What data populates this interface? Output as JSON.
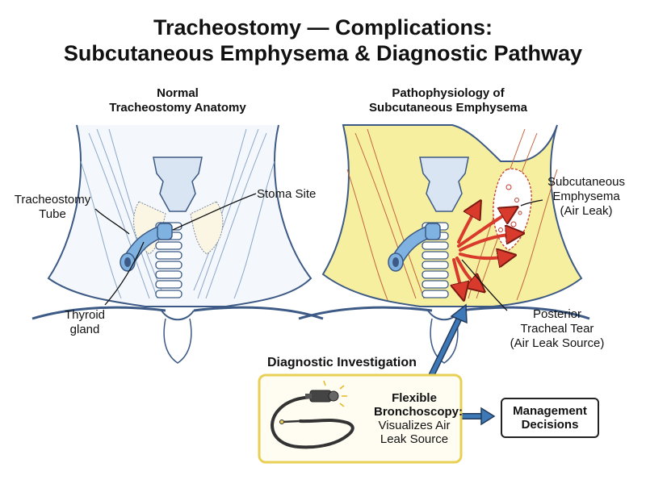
{
  "title": {
    "line1": "Tracheostomy — Complications:",
    "line2": "Subcutaneous Emphysema & Diagnostic Pathway"
  },
  "left_panel": {
    "title_line1": "Normal",
    "title_line2": "Tracheostomy Anatomy",
    "tube_label_line1": "Tracheostomy",
    "tube_label_line2": "Tube",
    "stoma_label": "Stoma Site",
    "thyroid_label_line1": "Thyroid",
    "thyroid_label_line2": "gland"
  },
  "right_panel": {
    "title_line1": "Pathophysiology of",
    "title_line2": "Subcutaneous Emphysema",
    "emphysema_label_line1": "Subcutaneous",
    "emphysema_label_line2": "Emphysema",
    "emphysema_label_line3": "(Air Leak)",
    "tear_label_line1": "Posterior",
    "tear_label_line2": "Tracheal Tear",
    "tear_label_line3": "(Air Leak Source)"
  },
  "diagnostic": {
    "title": "Diagnostic Investigation",
    "method": "Flexible Bronchoscopy:",
    "desc_line1": "Visualizes Air",
    "desc_line2": "Leak Source"
  },
  "management": {
    "line1": "Management",
    "line2": "Decisions"
  },
  "colors": {
    "skin_fill": "#f7efa0",
    "neck_outline": "#3c5a85",
    "tube_blue": "#7fb2e0",
    "arrow_red": "#d83a2c",
    "flow_arrow_blue": "#3d78b8",
    "diagnostic_border": "#e8cf55"
  }
}
